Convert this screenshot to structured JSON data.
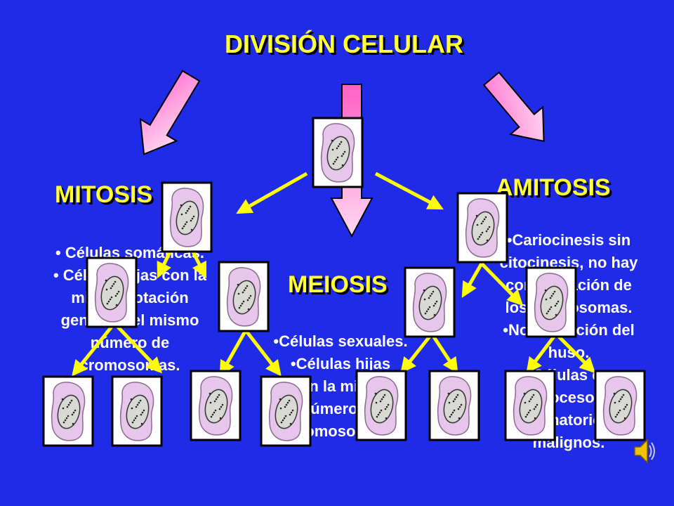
{
  "title": "DIVISIÓN CELULAR",
  "mitosis": {
    "heading": "MITOSIS",
    "bullets": [
      "• Células somáticas.",
      "• Células hijas con la",
      "misma dotación",
      "genética, el mismo",
      "número de",
      "cromosomas."
    ]
  },
  "meiosis": {
    "heading": "MEIOSIS",
    "bullets": [
      "•Células sexuales.",
      "•Células hijas",
      "tienen la mitad del",
      "número de",
      "cromosomas."
    ]
  },
  "amitosis": {
    "heading": "AMITOSIS",
    "bullets": [
      "•Cariocinesis sin",
      "citocinesis, no hay",
      "condensación de",
      "los cromosomas.",
      "•No formación del",
      "huso.",
      "•Células en",
      "procesos",
      "inflamatorios y",
      "malignos."
    ]
  },
  "colors": {
    "background": "#1f2be6",
    "heading": "#ffff33",
    "body_text": "#ffffff",
    "thin_arrow": "#ffff00",
    "big_arrow": "#ff88d8"
  },
  "icons": [
    "cell-image",
    "speaker-icon"
  ]
}
